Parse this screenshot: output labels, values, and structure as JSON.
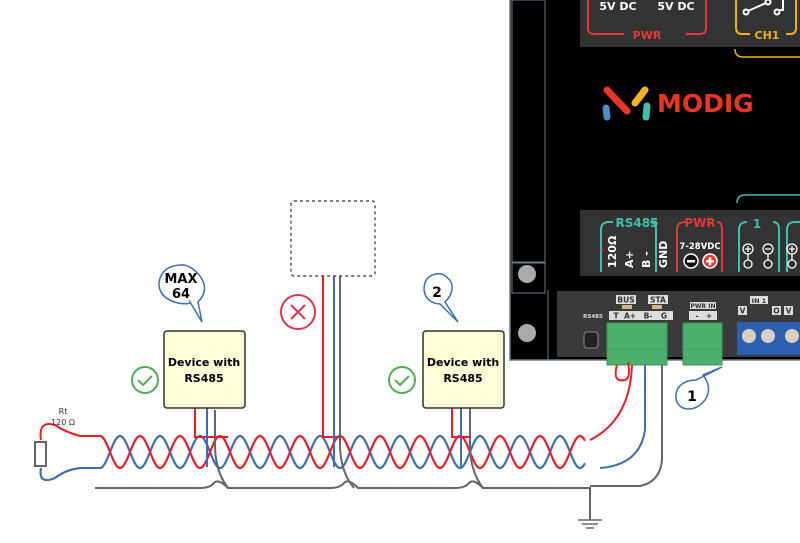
{
  "colors": {
    "wire_a": "#ee1c24",
    "wire_b": "#3a6fb7",
    "ground": "#666666",
    "device_fill": "#fdfdd7",
    "ok": "#4caf50",
    "error": "#e0344f",
    "callout": "#3a6fb7",
    "board": "#000000",
    "panel": "#333333",
    "terminal_green": "#4caf6e",
    "terminal_blue": "#2c5fb0",
    "rs485_label": "#3fbfb0",
    "pwr_label": "#e53935",
    "ch_label": "#f0b400"
  },
  "board": {
    "top_power": {
      "left": "5V DC",
      "right": "5V DC",
      "label": "PWR"
    },
    "top_channel": "CH1",
    "logo": "MODIG",
    "rs485": {
      "title": "RS485",
      "pins": [
        "120Ω",
        "A+",
        "B -",
        "GND"
      ]
    },
    "power": {
      "title": "PWR",
      "range": "7-28VDC"
    },
    "channel_1": "1",
    "pcb": {
      "bus": "BUS",
      "sta": "STA",
      "rs485": "RS485",
      "pins": [
        "T",
        "A+",
        "B-",
        "G"
      ],
      "pwr_in": "PWR IN",
      "pwr_pins": [
        "-",
        "+"
      ],
      "in1": "IN 1",
      "in_pins": [
        "V",
        "O"
      ]
    }
  },
  "terminator": {
    "name": "Rt",
    "value": "120 Ω"
  },
  "devices": [
    {
      "label_line1": "Device with",
      "label_line2": "RS485",
      "status": "ok",
      "callout": [
        "MAX",
        "64"
      ]
    },
    {
      "label_line1": "Device with",
      "label_line2": "RS485",
      "status": "ok",
      "callout": [
        "2"
      ]
    }
  ],
  "invalid_stub": {
    "status": "error",
    "icon": "x-icon"
  },
  "board_callout": "1",
  "icons": [
    "check-circle-icon",
    "x-circle-icon",
    "resistor-icon",
    "ground-icon",
    "relay-icon",
    "logo-icon"
  ]
}
